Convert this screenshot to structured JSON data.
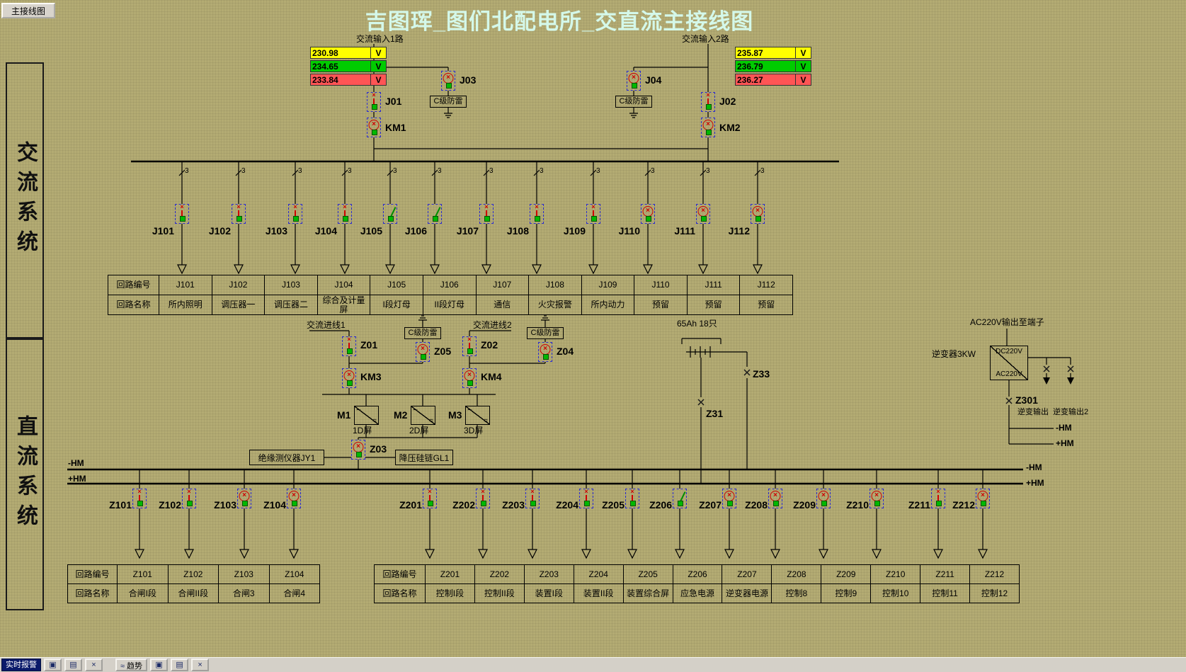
{
  "window": {
    "nav_button": "主接线图",
    "title": "吉图珲_图们北配电所_交直流主接线图"
  },
  "sidebar": {
    "ac": "交流系统",
    "dc": "直流系统"
  },
  "colors": {
    "meter_yellow": "#ffff00",
    "meter_green": "#00cc00",
    "meter_red": "#ff5555",
    "title": "#d4f8ea",
    "background": "#b3ab73",
    "breaker_red": "#cf0000",
    "closed_green": "#00b800"
  },
  "table_headers": {
    "row1": "回路编号",
    "row2": "回路名称"
  },
  "meters": {
    "left": {
      "rows": [
        {
          "value": "230.98",
          "unit": "V"
        },
        {
          "value": "234.65",
          "unit": "V"
        },
        {
          "value": "233.84",
          "unit": "V"
        }
      ]
    },
    "right": {
      "rows": [
        {
          "value": "235.87",
          "unit": "V"
        },
        {
          "value": "236.79",
          "unit": "V"
        },
        {
          "value": "236.27",
          "unit": "V"
        }
      ]
    }
  },
  "ac": {
    "input1": "交流输入1路",
    "input2": "交流输入2路",
    "surge": "C级防雷",
    "phase": "3",
    "j01": {
      "label": "J01",
      "sym": "bar"
    },
    "km1": {
      "label": "KM1",
      "sym": "x"
    },
    "j03": {
      "label": "J03",
      "sym": "x"
    },
    "j04": {
      "label": "J04",
      "sym": "x"
    },
    "j02": {
      "label": "J02",
      "sym": "bar"
    },
    "km2": {
      "label": "KM2",
      "sym": "x"
    },
    "feeders": [
      {
        "id": "J101",
        "name": "所内照明",
        "sym": "bar"
      },
      {
        "id": "J102",
        "name": "调压器一",
        "sym": "bar"
      },
      {
        "id": "J103",
        "name": "调压器二",
        "sym": "bar"
      },
      {
        "id": "J104",
        "name": "综合及计量屏",
        "sym": "bar"
      },
      {
        "id": "J105",
        "name": "I段灯母",
        "sym": "grn"
      },
      {
        "id": "J106",
        "name": "II段灯母",
        "sym": "grn"
      },
      {
        "id": "J107",
        "name": "通信",
        "sym": "bar"
      },
      {
        "id": "J108",
        "name": "火灾报警",
        "sym": "bar"
      },
      {
        "id": "J109",
        "name": "所内动力",
        "sym": "bar"
      },
      {
        "id": "J110",
        "name": "预留",
        "sym": "x"
      },
      {
        "id": "J111",
        "name": "预留",
        "sym": "x"
      },
      {
        "id": "J112",
        "name": "预留",
        "sym": "x"
      }
    ]
  },
  "dc": {
    "inlet1": "交流进线1",
    "inlet2": "交流进线2",
    "surge": "C级防雷",
    "z01": {
      "label": "Z01",
      "sym": "bar"
    },
    "km3": {
      "label": "KM3",
      "sym": "x"
    },
    "z05": {
      "label": "Z05",
      "sym": "x"
    },
    "z02": {
      "label": "Z02",
      "sym": "bar"
    },
    "km4": {
      "label": "KM4",
      "sym": "x"
    },
    "z04": {
      "label": "Z04",
      "sym": "x"
    },
    "z03": {
      "label": "Z03",
      "sym": "x"
    },
    "m1": "M1",
    "m2": "M2",
    "m3": "M3",
    "p1": "1D屏",
    "p2": "2D屏",
    "p3": "3D屏",
    "rect_ac": "~",
    "rect_dc": "=",
    "jy1": "绝缘测仪器JY1",
    "gl1": "降压硅链GL1",
    "battery": "65Ah 18只",
    "z31": "Z31",
    "z33": "Z33",
    "ac_out": "AC220V输出至端子",
    "inverter": "逆变器3KW",
    "inv_dc": "DC220V",
    "inv_ac": "AC220V",
    "z301": "Z301",
    "inv_out1": "逆变输出",
    "inv_out2": "逆变输出2",
    "neg": "-HM",
    "pos": "+HM",
    "feeders1": [
      {
        "id": "Z101",
        "name": "合闸I段",
        "sym": "bar"
      },
      {
        "id": "Z102",
        "name": "合闸II段",
        "sym": "bar"
      },
      {
        "id": "Z103",
        "name": "合闸3",
        "sym": "x"
      },
      {
        "id": "Z104",
        "name": "合闸4",
        "sym": "x"
      }
    ],
    "feeders2": [
      {
        "id": "Z201",
        "name": "控制I段",
        "sym": "bar"
      },
      {
        "id": "Z202",
        "name": "控制II段",
        "sym": "bar"
      },
      {
        "id": "Z203",
        "name": "装置I段",
        "sym": "bar"
      },
      {
        "id": "Z204",
        "name": "装置II段",
        "sym": "bar"
      },
      {
        "id": "Z205",
        "name": "装置综合屏",
        "sym": "bar"
      },
      {
        "id": "Z206",
        "name": "应急电源",
        "sym": "grn"
      },
      {
        "id": "Z207",
        "name": "逆变器电源",
        "sym": "x"
      },
      {
        "id": "Z208",
        "name": "控制8",
        "sym": "x"
      },
      {
        "id": "Z209",
        "name": "控制9",
        "sym": "x"
      },
      {
        "id": "Z210",
        "name": "控制10",
        "sym": "x"
      },
      {
        "id": "Z211",
        "name": "控制11",
        "sym": "bar"
      },
      {
        "id": "Z212",
        "name": "控制12",
        "sym": "x"
      }
    ]
  },
  "taskbar": {
    "alarm": "实时报警",
    "trend": "趋势",
    "icons": [
      "▣",
      "▤",
      "×",
      "≈",
      "▣",
      "▤",
      "×"
    ]
  }
}
